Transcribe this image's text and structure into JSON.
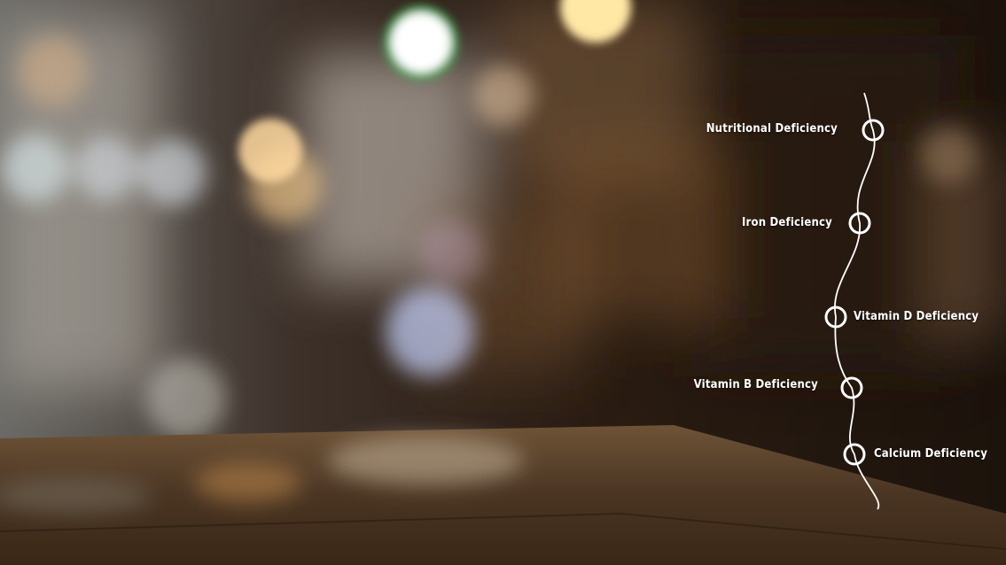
{
  "timeline": {
    "items": [
      {
        "label": "Nutritional Deficiency"
      },
      {
        "label": "Iron Deficiency"
      },
      {
        "label": "Vitamin D Deficiency"
      },
      {
        "label": "Vitamin B Deficiency"
      },
      {
        "label": "Calcium Deficiency"
      }
    ]
  },
  "colors": {
    "line": "#ffffff",
    "label": "#ffffff",
    "background": "#1a120c"
  }
}
